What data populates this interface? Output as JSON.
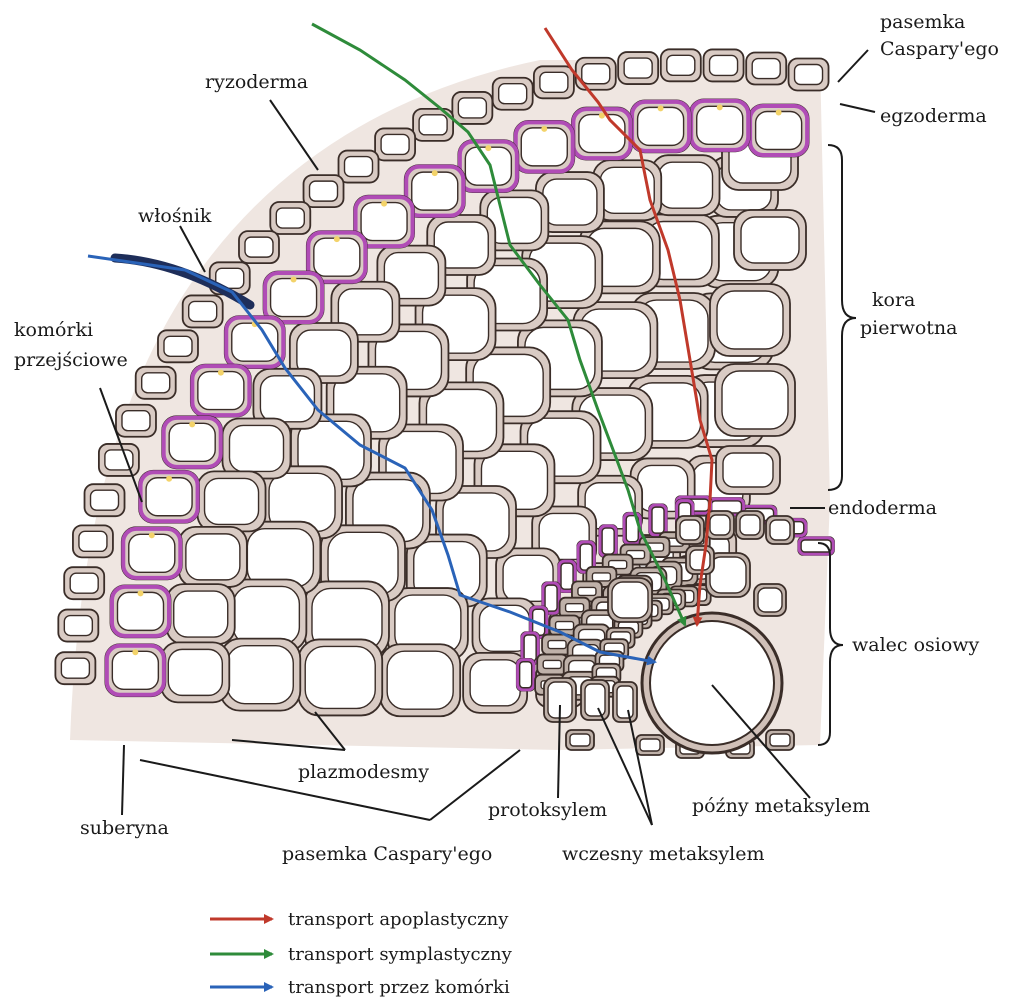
{
  "labels": {
    "pasemka_top_1": "pasemka",
    "pasemka_top_2": "Caspary'ego",
    "egzoderma": "egzoderma",
    "ryzoderma": "ryzoderma",
    "wlosnik": "włośnik",
    "kora_1": "kora",
    "kora_2": "pierwotna",
    "komorki_1": "komórki",
    "komorki_2": "przejściowe",
    "endoderma": "endoderma",
    "walec": "walec osiowy",
    "plazmodesmy": "plazmodesmy",
    "protoksylem": "protoksylem",
    "pozny": "późny metaksylem",
    "suberyna": "suberyna",
    "pasemka_bottom": "pasemka Caspary'ego",
    "wczesny": "wczesny metaksylem"
  },
  "legend": [
    {
      "label": "transport apoplastyczny",
      "color": "#c0392b"
    },
    {
      "label": "transport symplastyczny",
      "color": "#2e8b3a"
    },
    {
      "label": "transport przez komórki",
      "color": "#2a63b8"
    }
  ],
  "colors": {
    "cell_wall": "#d9cbc4",
    "cell_outline": "#3a2d28",
    "cell_lumen": "#ffffff",
    "suberin": "#b04cb6",
    "casparian": "#f3d36a",
    "apoplastic": "#c0392b",
    "symplastic": "#2e8b3a",
    "transcellular": "#2a63b8",
    "root_hair": "#1e2e5a"
  }
}
